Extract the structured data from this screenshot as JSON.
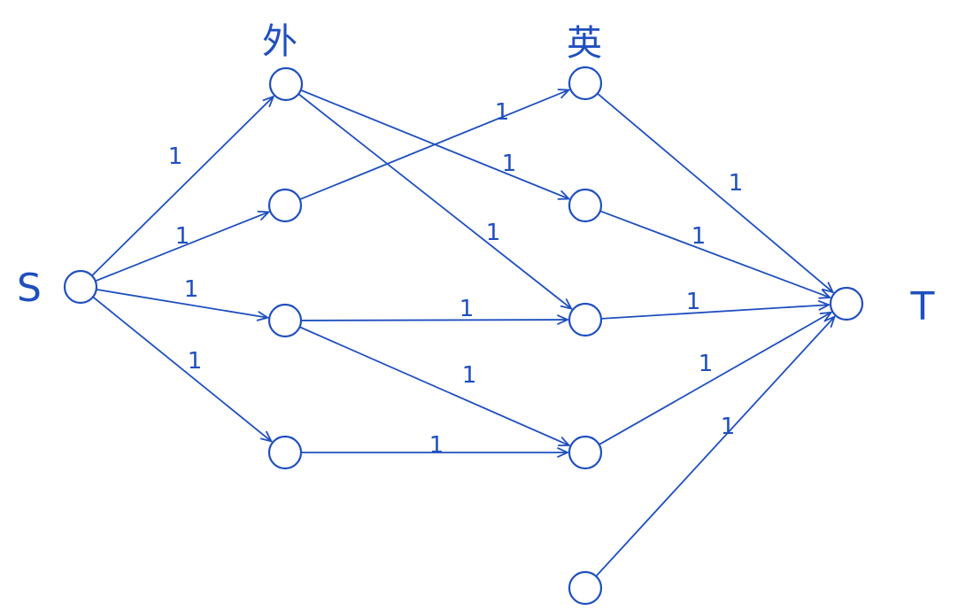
{
  "colors": {
    "ink": "#1f4fbf",
    "background": "#ffffff"
  },
  "headers": {
    "left_column": "外",
    "right_column": "英"
  },
  "nodes": [
    {
      "id": "S",
      "label": "S"
    },
    {
      "id": "W1",
      "label": ""
    },
    {
      "id": "W2",
      "label": ""
    },
    {
      "id": "W3",
      "label": ""
    },
    {
      "id": "W4",
      "label": ""
    },
    {
      "id": "E1",
      "label": ""
    },
    {
      "id": "E2",
      "label": ""
    },
    {
      "id": "E3",
      "label": ""
    },
    {
      "id": "E4",
      "label": ""
    },
    {
      "id": "E5",
      "label": ""
    },
    {
      "id": "T",
      "label": "T"
    }
  ],
  "edges": [
    {
      "from": "S",
      "to": "W1",
      "label": "1"
    },
    {
      "from": "S",
      "to": "W2",
      "label": "1"
    },
    {
      "from": "S",
      "to": "W3",
      "label": "1"
    },
    {
      "from": "S",
      "to": "W4",
      "label": "1"
    },
    {
      "from": "W1",
      "to": "E2",
      "label": "1"
    },
    {
      "from": "W1",
      "to": "E3",
      "label": "1"
    },
    {
      "from": "W2",
      "to": "E1",
      "label": "1"
    },
    {
      "from": "W3",
      "to": "E3",
      "label": "1"
    },
    {
      "from": "W3",
      "to": "E4",
      "label": "1"
    },
    {
      "from": "W4",
      "to": "E4",
      "label": "1"
    },
    {
      "from": "E1",
      "to": "T",
      "label": "1"
    },
    {
      "from": "E2",
      "to": "T",
      "label": "1"
    },
    {
      "from": "E3",
      "to": "T",
      "label": "1"
    },
    {
      "from": "E4",
      "to": "T",
      "label": "1"
    },
    {
      "from": "E5",
      "to": "T",
      "label": "1"
    }
  ]
}
